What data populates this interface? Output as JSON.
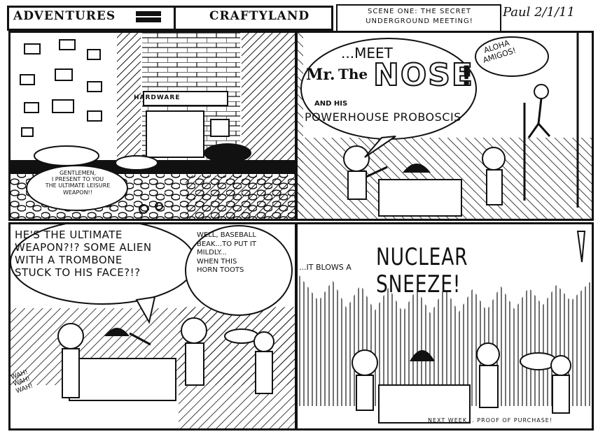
{
  "header": {
    "title_left": "ADVENTURES",
    "title_right": "CRAFTYLAND",
    "scene_title": "SCENE ONE: THE SECRET\nUNDERGROUND MEETING!",
    "signature": "Paul 2/1/11"
  },
  "panel1": {
    "caption": "GENTLEMEN,\nI PRESENT TO YOU\nTHE ULTIMATE LEISURE\nWEAPON!!",
    "shop_sign": "HARDWARE"
  },
  "panel2": {
    "meet": "...MEET",
    "name_mr": "Mr.",
    "name_the": "The",
    "name_nose": "NOSE",
    "and_his": "AND HIS",
    "proboscis": "POWERHOUSE PROBOSCIS",
    "aloha": "ALOHA\nAMIGOS!"
  },
  "panel3": {
    "speech1": "HE'S THE ULTIMATE\nWEAPON?!? SOME ALIEN\nWITH A TROMBONE\nSTUCK TO HIS FACE?!?",
    "speech2": "WELL, BASEBALL\nBEAK...TO PUT IT\nMILDLY...\nWHEN THIS\nHORN TOOTS",
    "sfx": "WAH!\nWAH!\nWAH!"
  },
  "panel4": {
    "blows": "...IT BLOWS A",
    "nuclear": "NUCLEAR SNEEZE!",
    "next_week": "NEXT WEEK... PROOF OF PURCHASE!"
  }
}
